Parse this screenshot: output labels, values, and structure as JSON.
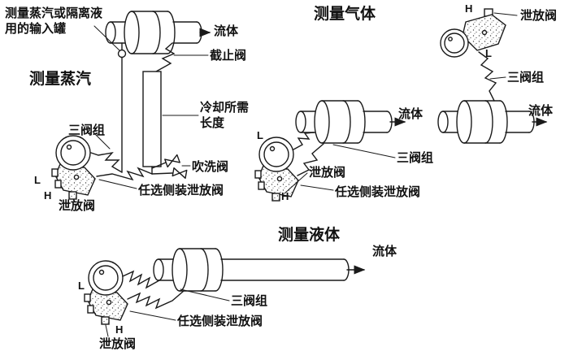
{
  "page": {
    "background": "#ffffff",
    "ink": "#1a1a1a"
  },
  "steam": {
    "title": "测量蒸汽",
    "input_tank_label_line1": "测量蒸汽或隔离液",
    "input_tank_label_line2": "用的输入罐",
    "fluid_label": "流体",
    "stop_valve_label": "截止阀",
    "cooling_label_line1": "冷却所需",
    "cooling_label_line2": "长度",
    "manifold_label": "三阀组",
    "purge_valve_label": "吹洗阀",
    "low_side_label": "L",
    "high_side_label": "H",
    "drain_valve_label": "泄放阀",
    "optional_side_drain_label": "任选侧装泄放阀"
  },
  "gas": {
    "title": "测量气体",
    "upper": {
      "high_side_label": "H",
      "drain_valve_label": "泄放阀",
      "low_side_label": "L",
      "manifold_label": "三阀组",
      "fluid_label": "流体"
    },
    "lower": {
      "low_side_label": "L",
      "fluid_label": "流体",
      "manifold_label": "三阀组",
      "drain_valve_label": "泄放阀",
      "optional_side_drain_label": "任选侧装泄放阀",
      "high_side_label": "H"
    }
  },
  "liquid": {
    "title": "测量液体",
    "fluid_label": "流体",
    "low_side_label": "L",
    "manifold_label": "三阀组",
    "optional_side_drain_label": "任选侧装泄放阀",
    "high_side_label": "H",
    "drain_valve_label": "泄放阀"
  }
}
